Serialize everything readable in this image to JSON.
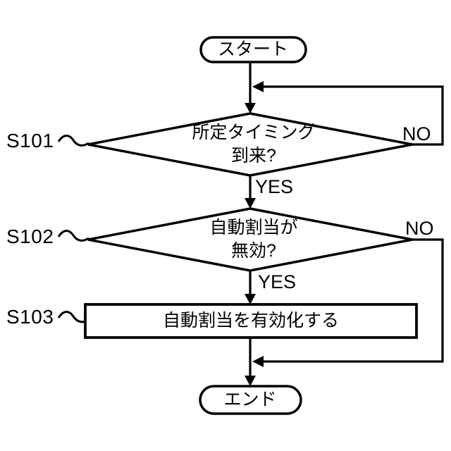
{
  "figure": {
    "background_color": "#ffffff",
    "line_color": "#000000",
    "shape_fill_color": "#ffffff"
  },
  "flowchart": {
    "start": {
      "label": "スタート"
    },
    "end": {
      "label": "エンド"
    },
    "steps": [
      {
        "id": "S101",
        "type": "decision",
        "text_line1": "所定タイミング",
        "text_line2": "到来?",
        "yes_label": "YES",
        "no_label": "NO"
      },
      {
        "id": "S102",
        "type": "decision",
        "text_line1": "自動割当が",
        "text_line2": "無効?",
        "yes_label": "YES",
        "no_label": "NO"
      },
      {
        "id": "S103",
        "type": "process",
        "text": "自動割当を有効化する"
      }
    ]
  }
}
